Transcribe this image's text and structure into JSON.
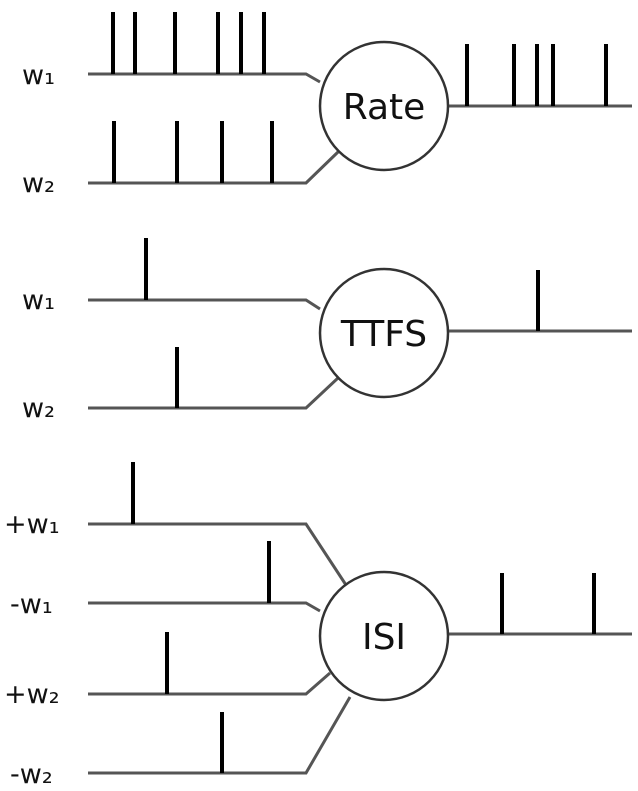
{
  "panels": [
    {
      "id": "rate",
      "neuron_label": "Rate",
      "inputs": [
        {
          "label": "w₁",
          "spike_count": 6
        },
        {
          "label": "w₂",
          "spike_count": 4
        }
      ],
      "output": {
        "spike_count": 5
      }
    },
    {
      "id": "ttfs",
      "neuron_label": "TTFS",
      "inputs": [
        {
          "label": "w₁",
          "spike_count": 1
        },
        {
          "label": "w₂",
          "spike_count": 1
        }
      ],
      "output": {
        "spike_count": 1
      }
    },
    {
      "id": "isi",
      "neuron_label": "ISI",
      "inputs": [
        {
          "label": "+w₁",
          "spike_count": 1
        },
        {
          "label": "-w₁",
          "spike_count": 1
        },
        {
          "label": "+w₂",
          "spike_count": 1
        },
        {
          "label": "-w₂",
          "spike_count": 1
        }
      ],
      "output": {
        "spike_count": 2
      }
    }
  ]
}
